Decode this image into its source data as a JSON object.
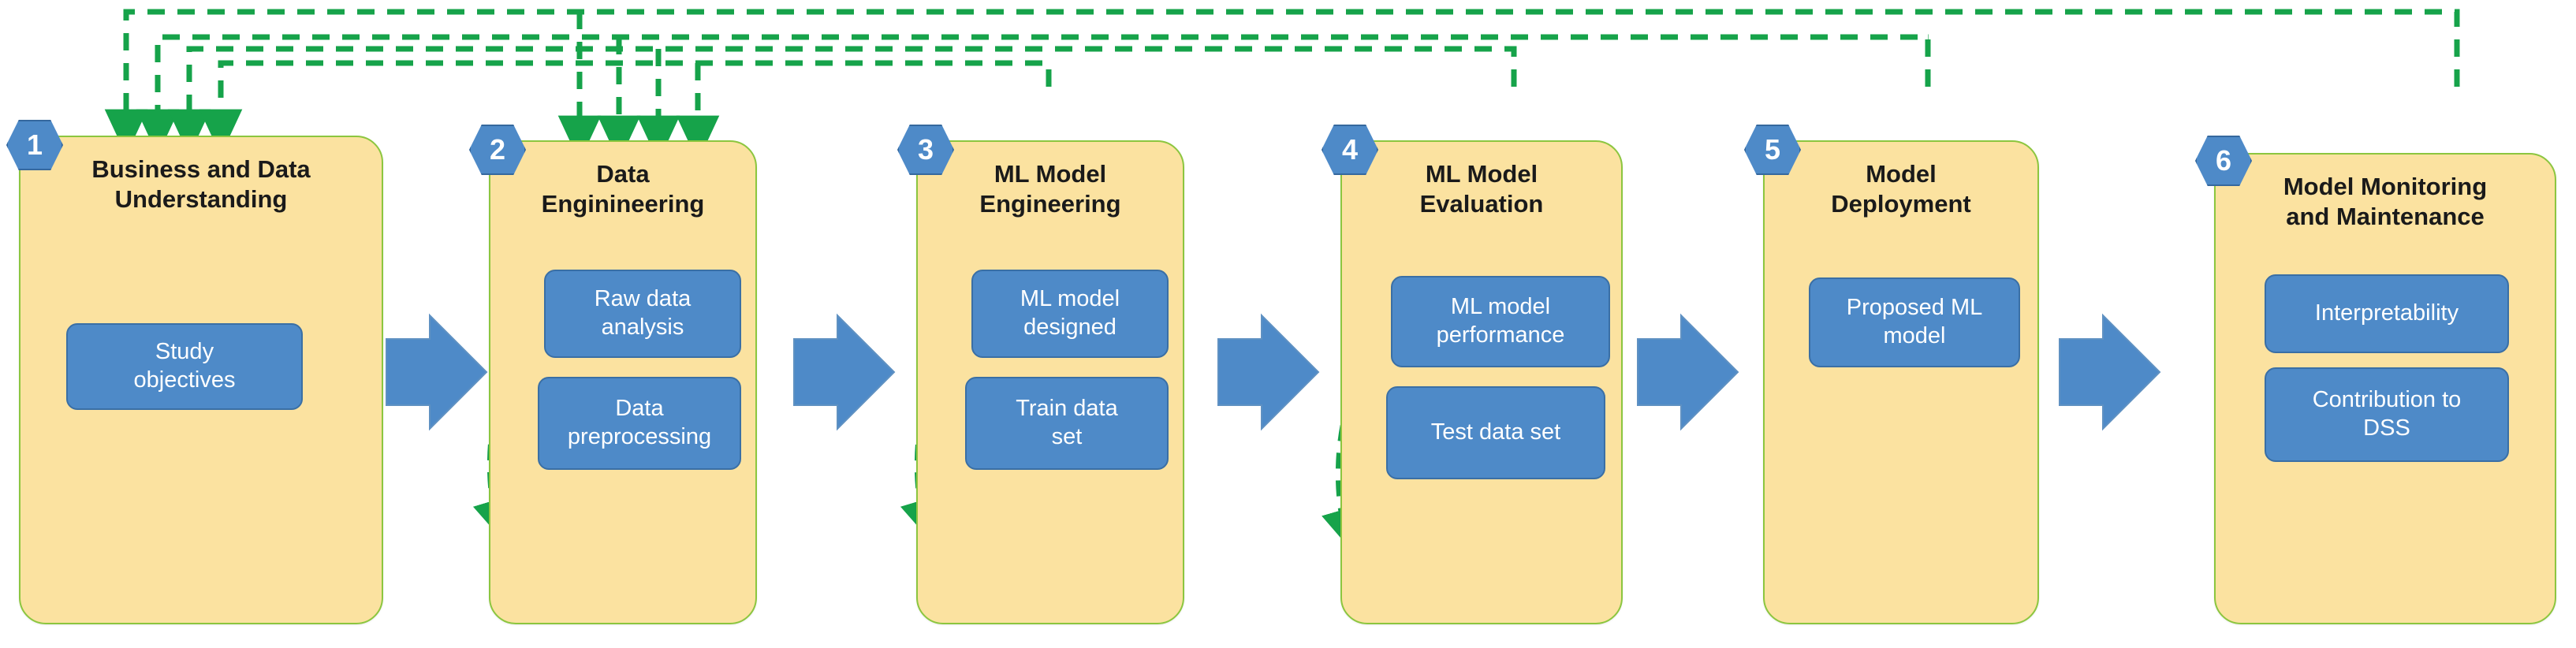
{
  "diagram": {
    "title_text": "",
    "colors": {
      "stage_fill": "#fbe2a0",
      "stage_border": "#8cc63f",
      "task_fill": "#4e8ac8",
      "task_border": "#3a6fa5",
      "badge_fill": "#4e8ac8",
      "feedback_line": "#16a34a",
      "flow_arrow": "#4e8ac8",
      "background": "#ffffff"
    },
    "stages": [
      {
        "number": "1",
        "title": "Business and Data\nUnderstanding",
        "tasks": [
          "Study\nobjectives"
        ]
      },
      {
        "number": "2",
        "title": "Data\nEnginineering",
        "tasks": [
          "Raw data\nanalysis",
          "Data\npreprocessing"
        ]
      },
      {
        "number": "3",
        "title": "ML Model\nEngineering",
        "tasks": [
          "ML model\ndesigned",
          "Train data\nset"
        ]
      },
      {
        "number": "4",
        "title": "ML Model\nEvaluation",
        "tasks": [
          "ML model\nperformance",
          "Test data set"
        ]
      },
      {
        "number": "5",
        "title": "Model\nDeployment",
        "tasks": [
          "Proposed ML\nmodel"
        ]
      },
      {
        "number": "6",
        "title": "Model Monitoring\nand Maintenance",
        "tasks": [
          "Interpretability",
          "Contribution to\nDSS"
        ]
      }
    ],
    "flow_arrows": [
      {
        "from": "1",
        "to": "2"
      },
      {
        "from": "2",
        "to": "3"
      },
      {
        "from": "3",
        "to": "4"
      },
      {
        "from": "4",
        "to": "5"
      },
      {
        "from": "5",
        "to": "6"
      }
    ],
    "feedback_loops": [
      {
        "from": "6",
        "to": "1"
      },
      {
        "from": "5",
        "to": "1"
      },
      {
        "from": "4",
        "to": "1"
      },
      {
        "from": "3",
        "to": "1"
      },
      {
        "from": "6",
        "to": "2"
      },
      {
        "from": "5",
        "to": "2"
      },
      {
        "from": "4",
        "to": "2"
      },
      {
        "from": "3",
        "to": "2"
      }
    ],
    "intra_stage_arrows": [
      {
        "stage": "2",
        "from": "Raw data analysis",
        "to": "Data preprocessing"
      },
      {
        "stage": "3",
        "from": "ML model designed",
        "to": "Train data set"
      },
      {
        "stage": "4",
        "from": "ML model performance",
        "to": "Test data set"
      }
    ]
  }
}
